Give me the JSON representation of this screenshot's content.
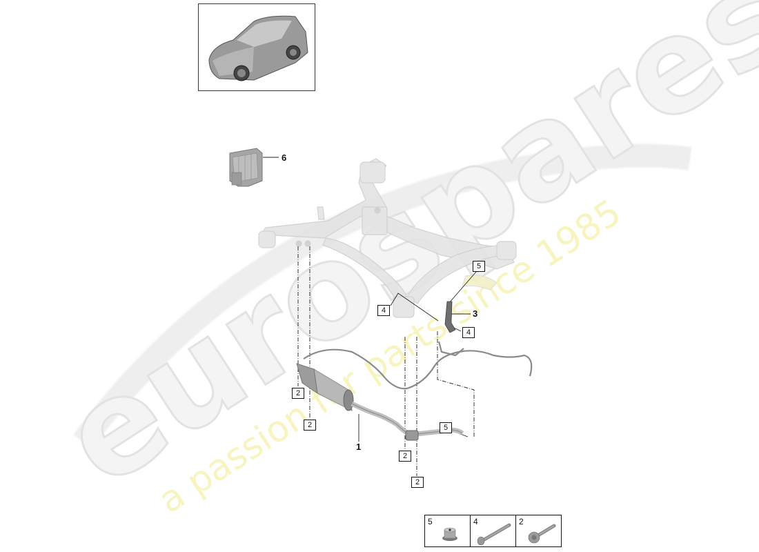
{
  "watermark": {
    "brand": "eurospares",
    "tagline": "a passion for parts since 1985",
    "brand_color": "#e8e8e8",
    "tagline_color": "#f7f4c0"
  },
  "thumbnail": {
    "label": "vehicle-overview",
    "description": "SUV vehicle overview thumbnail"
  },
  "parts": [
    {
      "number": "1",
      "name": "exhaust-silencer-with-pipe"
    },
    {
      "number": "3",
      "name": "bracket"
    },
    {
      "number": "6",
      "name": "control-unit"
    }
  ],
  "callouts": {
    "part6": "6",
    "part3": "3",
    "part1": "1",
    "box_5_top": "5",
    "box_4_left": "4",
    "box_4_right": "4",
    "box_2_a": "2",
    "box_2_b": "2",
    "box_2_c": "2",
    "box_2_d": "2",
    "box_5_bottom": "5"
  },
  "legend": {
    "items": [
      {
        "number": "5",
        "part": "nut"
      },
      {
        "number": "4",
        "part": "bolt"
      },
      {
        "number": "2",
        "part": "flange-bolt"
      }
    ]
  }
}
